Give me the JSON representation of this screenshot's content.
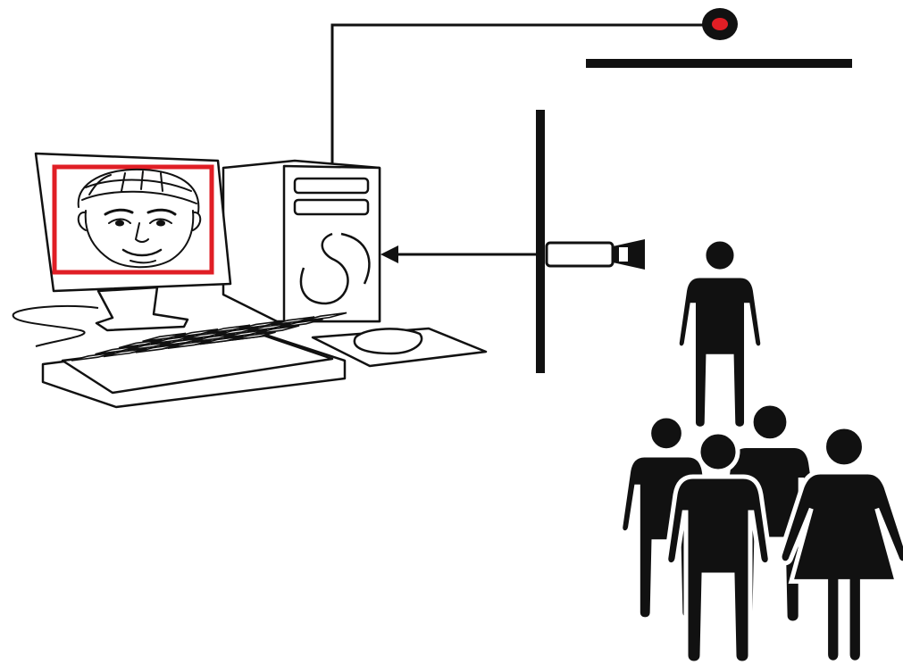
{
  "diagram": {
    "nodes": [
      {
        "id": "alarm-light",
        "kind": "indicator",
        "color": "#e01e25"
      },
      {
        "id": "gate-barrier",
        "kind": "barrier"
      },
      {
        "id": "camera-pole",
        "kind": "pole"
      },
      {
        "id": "camera",
        "kind": "video-camera"
      },
      {
        "id": "computer",
        "kind": "desktop-computer"
      },
      {
        "id": "face-detection-box",
        "kind": "highlight",
        "color": "#e01e25"
      },
      {
        "id": "people",
        "kind": "crowd",
        "count": 5
      }
    ],
    "edges": [
      {
        "from": "camera",
        "to": "computer",
        "style": "arrow"
      },
      {
        "from": "computer",
        "to": "alarm-light",
        "style": "wire"
      }
    ],
    "colors": {
      "ink": "#111111",
      "alert": "#e01e25",
      "background": "#ffffff"
    }
  }
}
